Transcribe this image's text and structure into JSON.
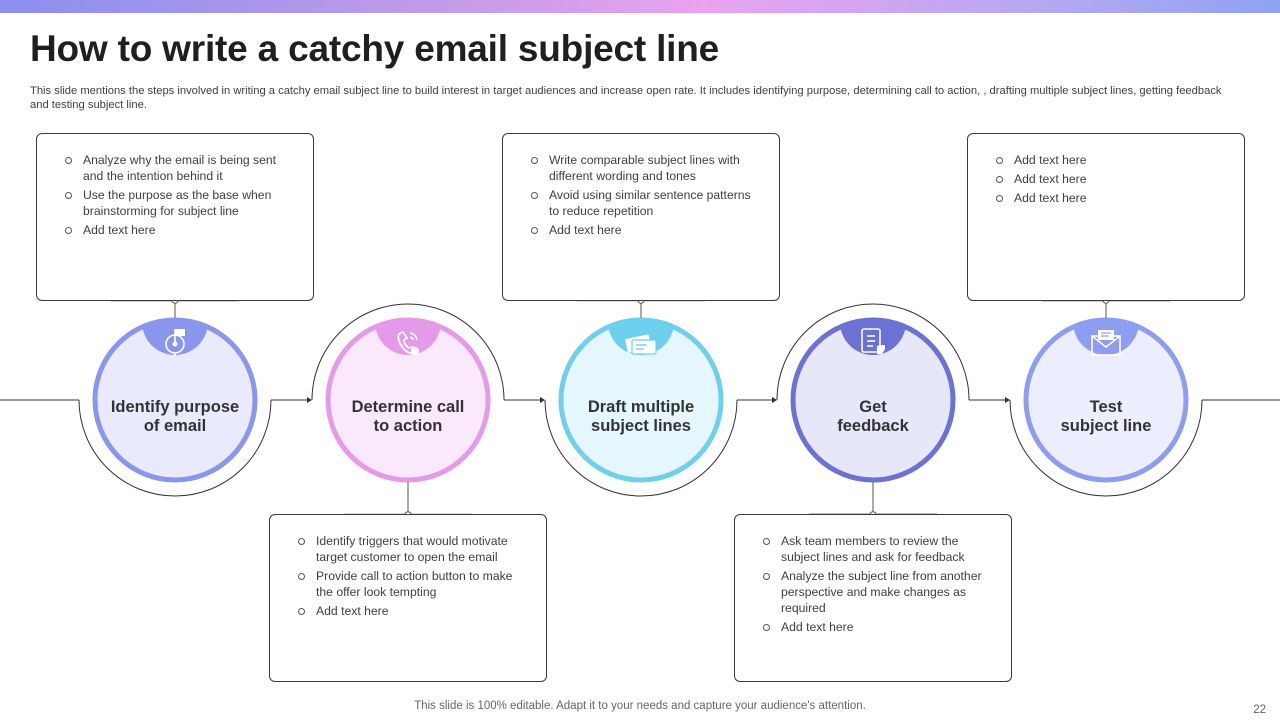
{
  "title": "How to write a catchy email subject line",
  "subtitle": "This slide mentions the steps involved in writing a catchy email subject line to build interest in target audiences and increase open rate. It includes identifying purpose, determining call to action, , drafting multiple subject lines, getting feedback and testing subject line.",
  "steps": [
    {
      "label_lines": [
        "Identify purpose",
        "of email"
      ],
      "icon": "target-flag-icon",
      "color": "#8a96ee",
      "fill": "#e9ebfd",
      "card_position": "top",
      "bullets": [
        "Analyze why the email is being sent and the intention behind it",
        "Use the purpose as the base when brainstorming for subject line",
        "Add text here"
      ]
    },
    {
      "label_lines": [
        "Determine call",
        "to action"
      ],
      "icon": "phone-call-icon",
      "color": "#e59ae9",
      "fill": "#f9e9fb",
      "card_position": "bottom",
      "bullets": [
        "Identify triggers that would motivate target customer to open the email",
        "Provide call to action button to make the offer look tempting",
        "Add text here"
      ]
    },
    {
      "label_lines": [
        "Draft multiple",
        "subject lines"
      ],
      "icon": "tickets-icon",
      "color": "#6fd0ee",
      "fill": "#e5f6fc",
      "card_position": "top",
      "bullets": [
        "Write comparable subject lines with different wording and tones",
        "Avoid using similar sentence patterns to reduce repetition",
        "Add text here"
      ]
    },
    {
      "label_lines": [
        "Get",
        "feedback"
      ],
      "icon": "checklist-icon",
      "color": "#6b72d4",
      "fill": "#e6e7f8",
      "card_position": "bottom",
      "bullets": [
        "Ask team members to review the subject lines and ask for feedback",
        "Analyze the subject line from another perspective and make changes as required",
        "Add text here"
      ]
    },
    {
      "label_lines": [
        "Test",
        "subject line"
      ],
      "icon": "envelope-icon",
      "color": "#8d9df0",
      "fill": "#eceefe",
      "card_position": "top",
      "bullets": [
        "Add text here",
        "Add text here",
        "Add text here"
      ]
    }
  ],
  "footer": "This slide is 100% editable. Adapt it to your needs and capture your audience's attention.",
  "page_number": "22"
}
